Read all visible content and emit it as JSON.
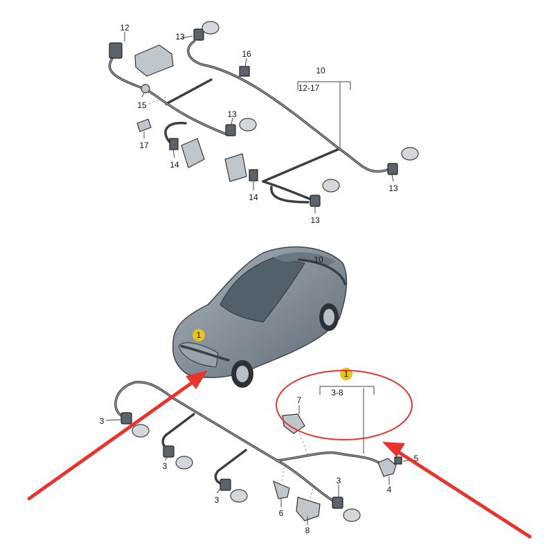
{
  "diagram": {
    "upper_harness": {
      "labels": {
        "l12": "12",
        "l13a": "13",
        "l16": "16",
        "l10": "10",
        "l10_range": "12-17",
        "l15": "15",
        "l13b": "13",
        "l17": "17",
        "l14a": "14",
        "l13c": "13",
        "l14b": "14",
        "l13d": "13"
      }
    },
    "car": {
      "label_rear": "10",
      "label_front": "1"
    },
    "lower_harness": {
      "labels": {
        "l1": "1",
        "l1_range": "3-8",
        "l7": "7",
        "l3a": "3",
        "l3b": "3",
        "l3c": "3",
        "l3d": "3",
        "l4": "4",
        "l5": "5",
        "l6": "6",
        "l8": "8"
      }
    },
    "colors": {
      "highlight_badge": "#e8c21e",
      "annotation_red": "#e8342b",
      "car_body": "#7d8a96"
    }
  }
}
